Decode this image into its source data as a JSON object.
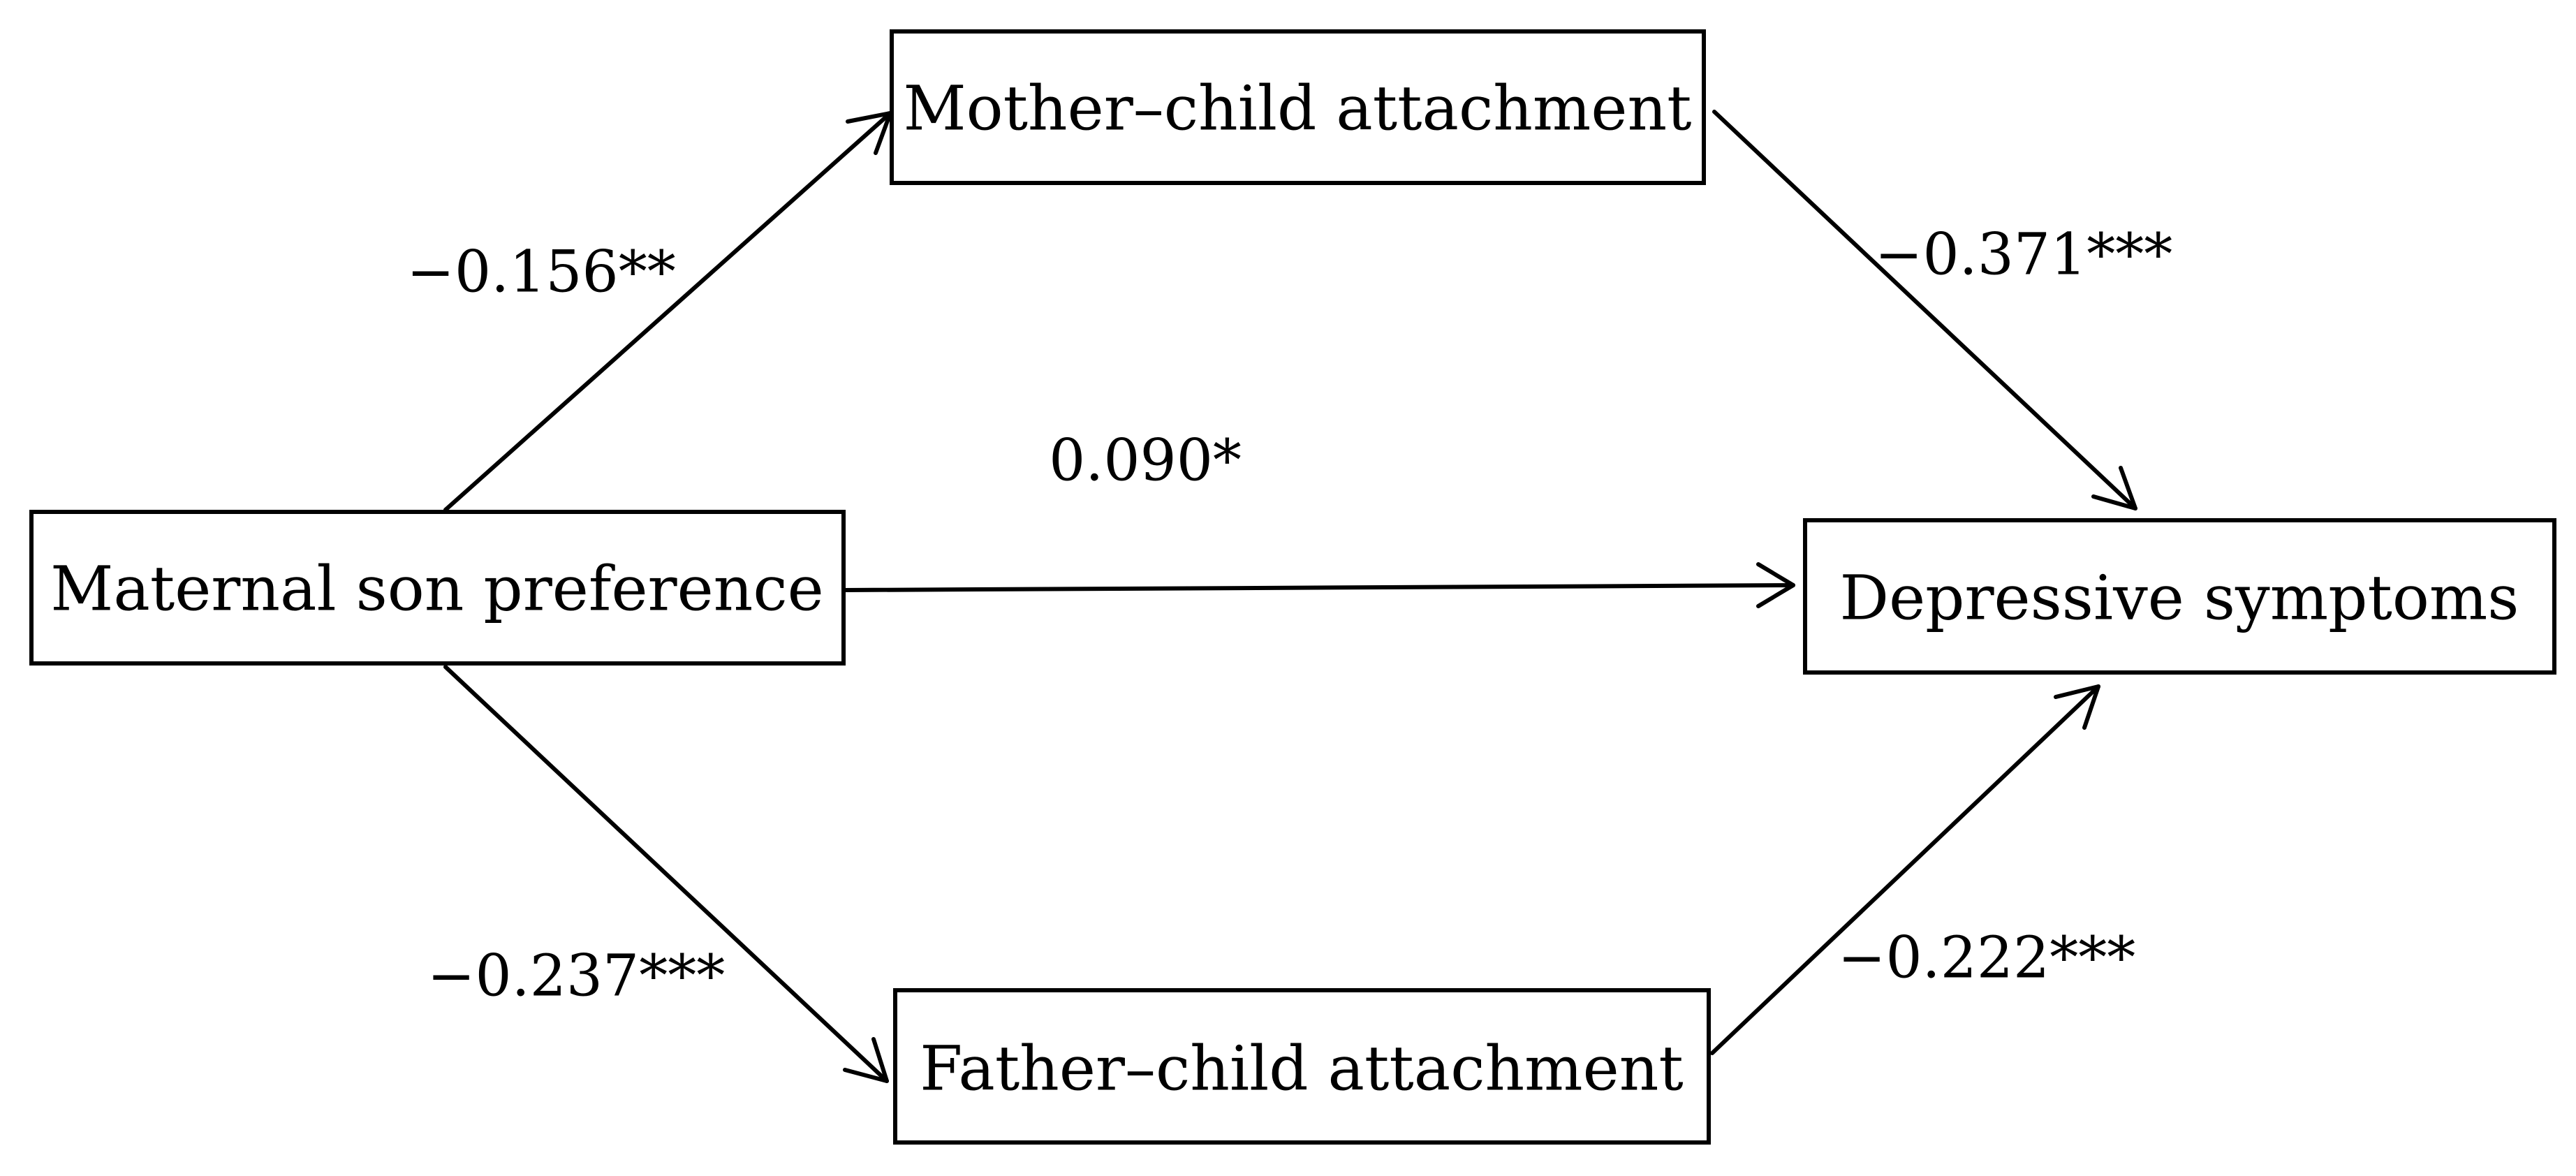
{
  "nodes": {
    "mother_attachment": "Mother–child attachment",
    "son_preference": "Maternal son preference",
    "depressive_symptoms": "Depressive symptoms",
    "father_attachment": "Father–child attachment"
  },
  "paths": {
    "preference_to_mother": "−0.156**",
    "mother_to_depression": "−0.371***",
    "preference_to_depression": "0.090*",
    "preference_to_father": "−0.237***",
    "father_to_depression": "−0.222***"
  }
}
